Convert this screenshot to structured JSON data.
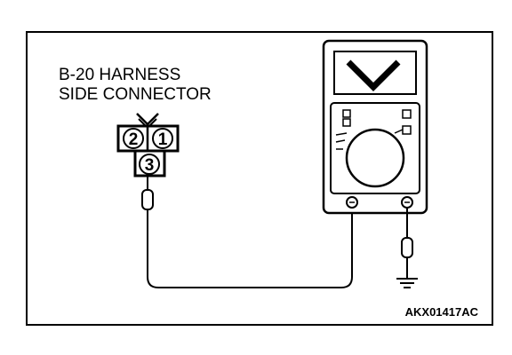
{
  "connector": {
    "label_line1": "B-20 HARNESS",
    "label_line2": "SIDE CONNECTOR",
    "pins": [
      "2",
      "1",
      "3"
    ]
  },
  "figure_code": "AKX01417AC",
  "icons": [
    "connector-icon",
    "voltmeter-icon",
    "ground-symbol-icon",
    "probe-icon"
  ],
  "colors": {
    "line": "#000000",
    "background": "#ffffff"
  }
}
